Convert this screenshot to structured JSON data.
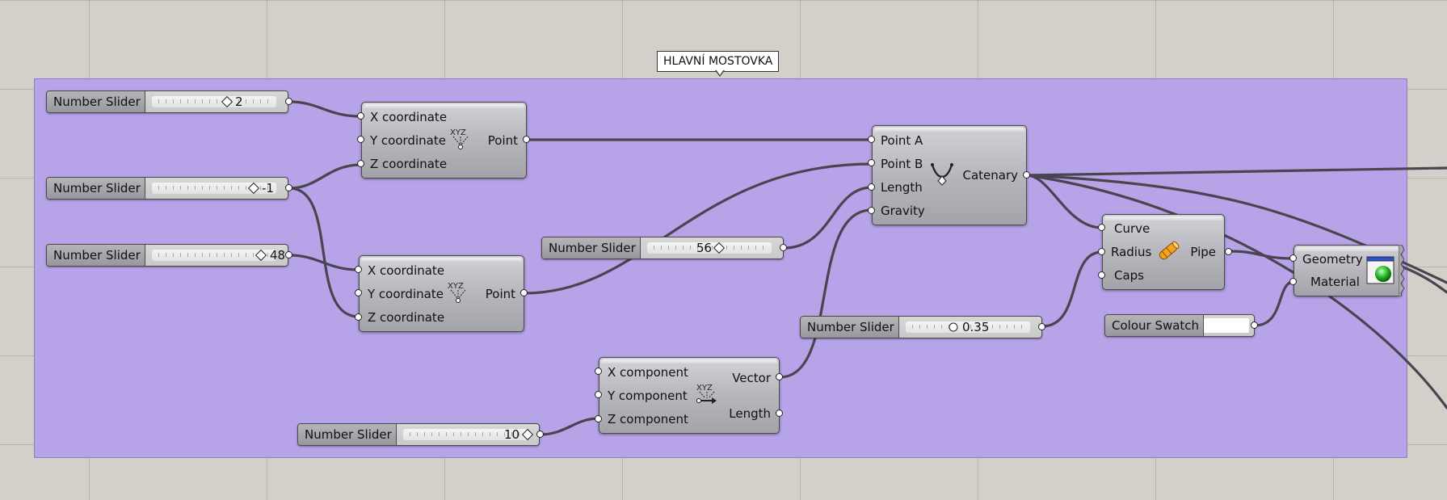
{
  "group": {
    "label": "HLAVNÍ MOSTOVKA",
    "color": "#b7a3e8"
  },
  "sliders": [
    {
      "label": "Number Slider",
      "value": "2"
    },
    {
      "label": "Number Slider",
      "value": "-1"
    },
    {
      "label": "Number Slider",
      "value": "48"
    },
    {
      "label": "Number Slider",
      "value": "56"
    },
    {
      "label": "Number Slider",
      "value": "0.35"
    },
    {
      "label": "Number Slider",
      "value": "10"
    }
  ],
  "point_a": {
    "inputs": [
      "X coordinate",
      "Y coordinate",
      "Z coordinate"
    ],
    "outputs": [
      "Point"
    ],
    "icon": "construct-point-xyz-icon"
  },
  "point_b": {
    "inputs": [
      "X coordinate",
      "Y coordinate",
      "Z coordinate"
    ],
    "outputs": [
      "Point"
    ],
    "icon": "construct-point-xyz-icon"
  },
  "vector": {
    "inputs": [
      "X component",
      "Y component",
      "Z component"
    ],
    "outputs": [
      "Vector",
      "Length"
    ],
    "icon": "vector-xyz-icon"
  },
  "catenary": {
    "inputs": [
      "Point A",
      "Point B",
      "Length",
      "Gravity"
    ],
    "outputs": [
      "Catenary"
    ],
    "icon": "catenary-icon"
  },
  "pipe": {
    "inputs": [
      "Curve",
      "Radius",
      "Caps"
    ],
    "outputs": [
      "Pipe"
    ],
    "icon": "pipe-icon"
  },
  "preview": {
    "inputs": [
      "Geometry",
      "Material"
    ],
    "icon": "custom-preview-icon"
  },
  "colour_swatch": {
    "label": "Colour Swatch",
    "color": "#ffffff"
  }
}
